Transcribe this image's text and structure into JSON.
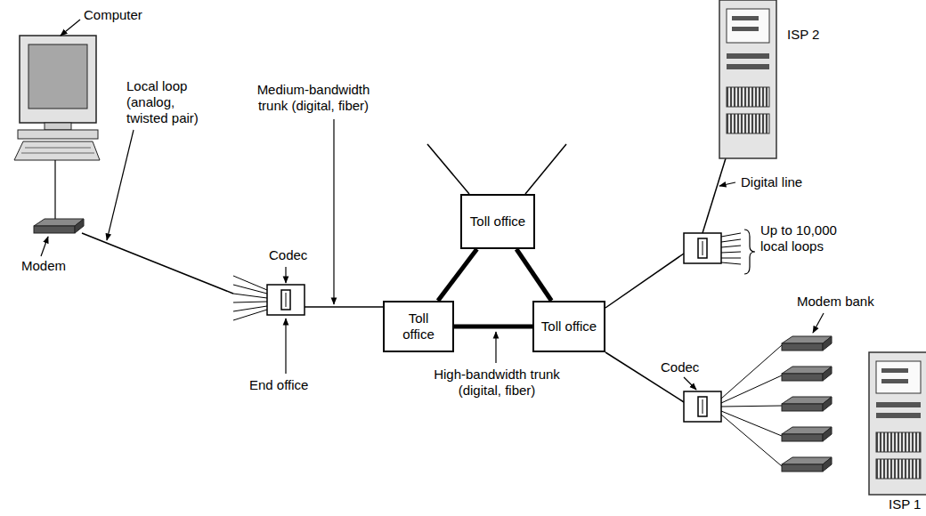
{
  "diagram": {
    "nodes": [
      {
        "text": [
          "Toll office"
        ]
      },
      {
        "text": [
          "Toll office"
        ]
      },
      {
        "text": [
          "Toll office"
        ]
      }
    ],
    "edges": [
      {
        "from": 0,
        "to": 1,
        "arrow": "none"
      },
      {
        "from": 0,
        "to": 2,
        "arrow": "none"
      },
      {
        "from": 1,
        "to": 2,
        "arrow": "none"
      }
    ],
    "labels": [
      "Computer",
      "Local loop (analog, twisted pair)",
      "Modem",
      "Medium-bandwidth trunk (digital, fiber)",
      "Codec",
      "End office",
      "High-bandwidth trunk (digital, fiber)",
      "ISP 2",
      "Digital line",
      "Up to 10,000 local loops",
      "Modem bank",
      "Codec",
      "ISP 1"
    ]
  }
}
